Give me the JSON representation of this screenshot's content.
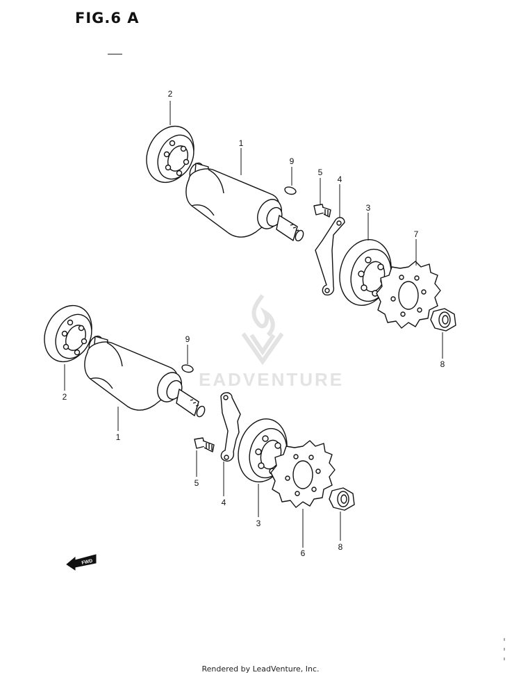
{
  "figure_title": "FIG.6 A",
  "watermark_text": "EADVENTURE",
  "footer_text": "Rendered by LeadVenture, Inc.",
  "fwd_label": "FWD",
  "callouts": {
    "top_2": "2",
    "top_1": "1",
    "top_9": "9",
    "top_5": "5",
    "top_4": "4",
    "top_3": "3",
    "top_7": "7",
    "top_8": "8",
    "bot_9": "9",
    "bot_2": "2",
    "bot_1": "1",
    "bot_5": "5",
    "bot_4": "4",
    "bot_3": "3",
    "bot_6": "6",
    "bot_8": "8"
  },
  "colors": {
    "line": "#111111",
    "watermark": "#e3e3e3"
  }
}
